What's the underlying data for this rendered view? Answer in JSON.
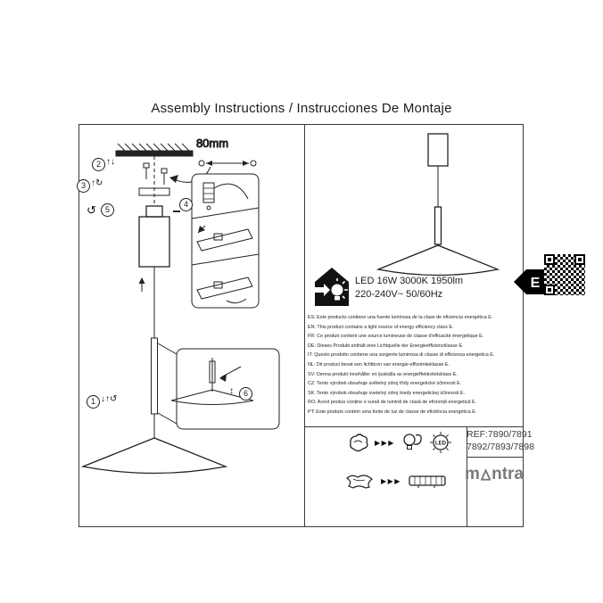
{
  "title": "Assembly Instructions / Instrucciones De Montaje",
  "diagram": {
    "dimension_label": "80mm",
    "steps": [
      {
        "n": "1",
        "marks": "↓↑↺"
      },
      {
        "n": "2",
        "marks": "↑↓"
      },
      {
        "n": "3",
        "marks": "↑↻"
      },
      {
        "n": "4",
        "marks": ""
      },
      {
        "n": "5",
        "marks": "↺"
      },
      {
        "n": "6",
        "marks": "↕"
      }
    ]
  },
  "specs": {
    "line1": "LED 16W 3000K 1950lm",
    "line2": "220-240V~ 50/60Hz"
  },
  "energy": {
    "class_label": "E",
    "statements": [
      "ES: Este producto contiene una fuente luminosa de la clase de eficiencia energética E.",
      "EN: This product contains a light source of energy efficiency class E.",
      "FR: Ce produit contient une source lumineuse de classe d'efficacité énergétique E.",
      "DE: Dieses Produkt enthält eine Lichtquelle der Energieeffizienzklasse E.",
      "IT: Questo prodotto contiene una sorgente luminosa di classe di efficienza energetica E.",
      "NL: Dit product bevat een lichtbron van energie-efficiëntieklasse E.",
      "SV: Denna produkt innehåller en ljuskälla av energieffektivitetsklass E.",
      "CZ: Tento výrobek obsahuje světelný zdroj třídy energetické účinnosti E.",
      "SK: Tento výrobok obsahuje svetelný zdroj triedy energetickej účinnosti E.",
      "RO: Acest produs conține o sursă de lumină de clasă de eficiență energetică E.",
      "PT: Este produto contém uma fonte de luz de classe de eficiência energética E."
    ]
  },
  "footer": {
    "ref_line1": "REF:7890/7891",
    "ref_line2": "7892/7893/7898",
    "brand_prefix": "m",
    "brand_suffix": "ntra",
    "led_label": "LED",
    "arrows": "▶▶▶"
  },
  "colors": {
    "ink": "#222222",
    "brand_gray": "#7a7a7a"
  }
}
